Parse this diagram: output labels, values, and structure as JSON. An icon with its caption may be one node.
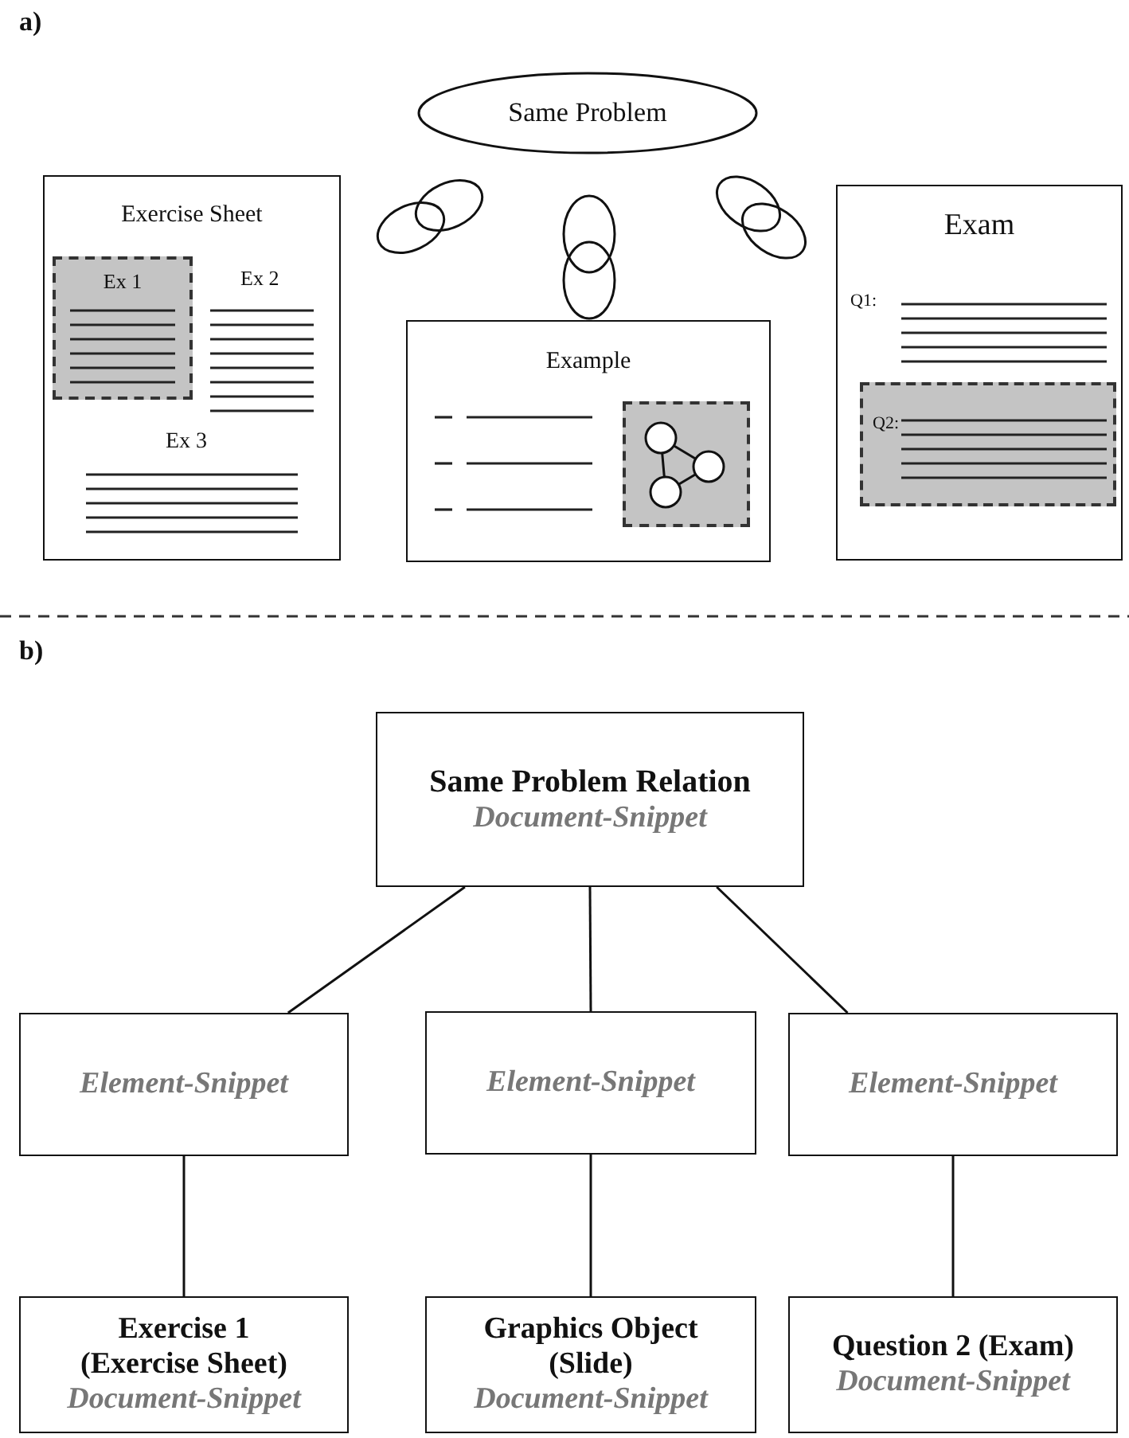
{
  "diagram": {
    "nodes": [
      {
        "text": [
          "Same Problem"
        ]
      },
      {
        "text": [
          "Exercise Sheet"
        ]
      },
      {
        "text": [
          "Ex 1"
        ],
        "in": 1
      },
      {
        "text": [
          "Example"
        ]
      },
      {
        "text": [],
        "shape": "box",
        "in": 3
      },
      {
        "text": [
          "Exam"
        ]
      },
      {
        "text": [
          "Q2:"
        ],
        "in": 5
      },
      {
        "text": [
          "Same Problem Relation",
          "Document-Snippet"
        ]
      },
      {
        "text": [
          "Element-Snippet"
        ]
      },
      {
        "text": [
          "Element-Snippet"
        ]
      },
      {
        "text": [
          "Element-Snippet"
        ]
      },
      {
        "text": [
          "Exercise 1 (Exercise Sheet)",
          "Document-Snippet"
        ]
      },
      {
        "text": [
          "Graphics Object (Slide)",
          "Document-Snippet"
        ]
      },
      {
        "text": [
          "Question 2 (Exam)",
          "Document-Snippet"
        ]
      }
    ],
    "edges": [
      {
        "from": 7,
        "to": 8,
        "arrow": "none"
      },
      {
        "from": 7,
        "to": 9,
        "arrow": "none"
      },
      {
        "from": 7,
        "to": 10,
        "arrow": "none"
      },
      {
        "from": 8,
        "to": 11,
        "arrow": "none"
      },
      {
        "from": 9,
        "to": 12,
        "arrow": "none"
      },
      {
        "from": 10,
        "to": 13,
        "arrow": "none"
      }
    ],
    "labels": [
      "a)",
      "Ex 2",
      "Ex 3",
      "Q1:",
      "b)"
    ]
  }
}
